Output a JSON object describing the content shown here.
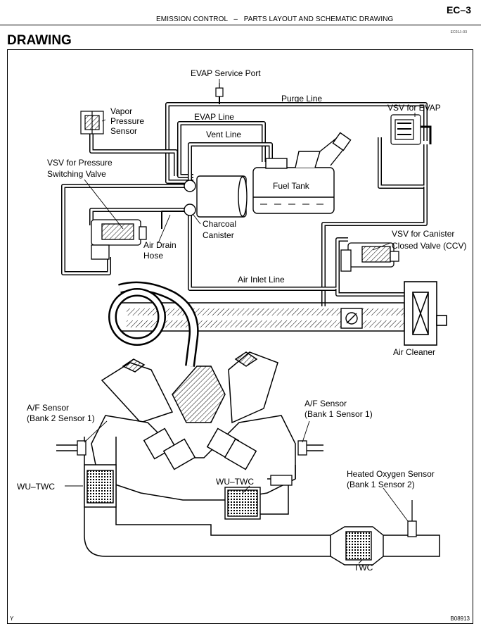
{
  "header": {
    "page_number": "EC–3",
    "section_title": "EMISSION CONTROL   –   PARTS LAYOUT AND SCHEMATIC DRAWING",
    "doc_code": "EC01J–03"
  },
  "title": "DRAWING",
  "footer": {
    "corner_mark": "Y",
    "figure_code": "B08913"
  },
  "labels": {
    "evap_service_port": "EVAP Service Port",
    "purge_line": "Purge Line",
    "vsv_for_evap": "VSV for EVAP",
    "vapor_pressure_sensor": [
      "Vapor",
      "Pressure",
      "Sensor"
    ],
    "evap_line": "EVAP Line",
    "vent_line": "Vent Line",
    "vsv_pressure_switching": [
      "VSV for Pressure",
      "Switching Valve"
    ],
    "fuel_tank": "Fuel Tank",
    "charcoal_canister": [
      "Charcoal",
      "Canister"
    ],
    "air_drain_hose": [
      "Air Drain",
      "Hose"
    ],
    "vsv_canister_closed": [
      "VSV for Canister",
      "Closed Valve (CCV)"
    ],
    "air_inlet_line": "Air Inlet Line",
    "air_cleaner": "Air Cleaner",
    "af_sensor_bank2": [
      "A/F Sensor",
      "(Bank 2 Sensor 1)"
    ],
    "af_sensor_bank1": [
      "A/F Sensor",
      "(Bank 1 Sensor 1)"
    ],
    "heated_oxygen_sensor": [
      "Heated Oxygen Sensor",
      "(Bank 1 Sensor 2)"
    ],
    "wu_twc_left": "WU–TWC",
    "wu_twc_center": "WU–TWC",
    "twc": "TWC"
  }
}
